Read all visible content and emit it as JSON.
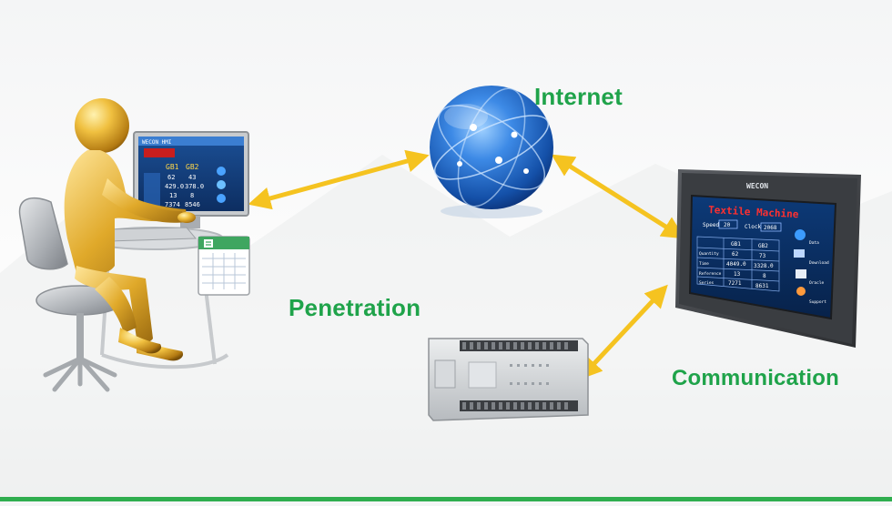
{
  "labels": {
    "internet": "Internet",
    "penetration": "Penetration",
    "communication": "Communication"
  },
  "hmi": {
    "brand": "WECON",
    "title": "Textile Machine",
    "speed_label": "Speed",
    "speed_value": "20",
    "clock_label": "Clock",
    "clock_value": "2068",
    "col1": "GB1",
    "col2": "GB2",
    "rows": [
      {
        "name": "Quantity",
        "v1": "62",
        "v2": "73"
      },
      {
        "name": "Time",
        "v1": "4049.0",
        "v2": "3328.0"
      },
      {
        "name": "Reference",
        "v1": "13",
        "v2": "8"
      },
      {
        "name": "Series",
        "v1": "7271",
        "v2": "8631"
      }
    ],
    "buttons": [
      "Data",
      "Download",
      "Oracle",
      "Support"
    ]
  },
  "pc_screen": {
    "title_text": "WECON HMI",
    "col1": "GB1",
    "col2": "GB2",
    "rows": [
      {
        "v1": "62",
        "v2": "43"
      },
      {
        "v1": "429.0",
        "v2": "378.0"
      },
      {
        "v1": "13",
        "v2": "8"
      },
      {
        "v1": "7374",
        "v2": "8546"
      }
    ]
  },
  "colors": {
    "label_green": "#1fa34a",
    "arrow_yellow": "#f5c320",
    "globe_blue": "#1e6fd0",
    "hmi_screen": "#0a2a5c"
  }
}
